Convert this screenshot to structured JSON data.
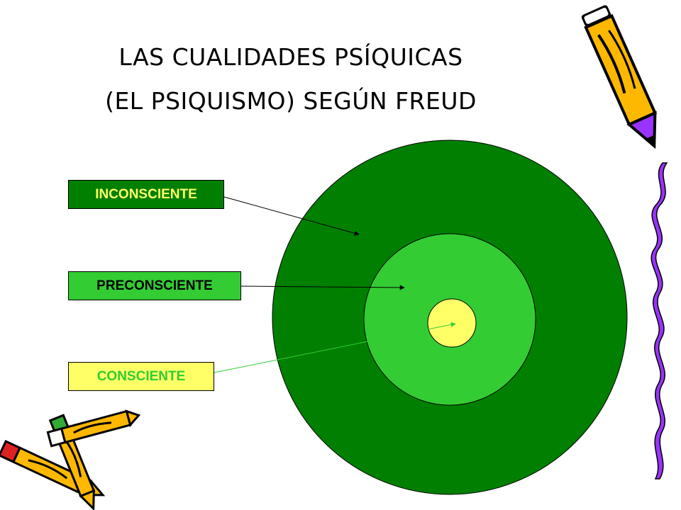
{
  "title": {
    "line1": "LAS CUALIDADES PSÍQUICAS",
    "line2": "(EL PSIQUISMO) SEGÚN FREUD"
  },
  "levels": [
    {
      "label": "INCONSCIENTE",
      "box_color": "#007F00",
      "text_color": "#FFFF66",
      "ring_color": "#007F00"
    },
    {
      "label": "PRECONSCIENTE",
      "box_color": "#33CC33",
      "text_color": "#000000",
      "ring_color": "#33CC33"
    },
    {
      "label": "CONSCIENTE",
      "box_color": "#FFFF66",
      "text_color": "#33CC33",
      "ring_color": "#FFFF66"
    }
  ],
  "decorations": {
    "pencil_icons": [
      "pencil-icon",
      "pencil-pair-icon"
    ],
    "squiggle_color": "#9933FF",
    "pencil_body_color": "#FFB800"
  }
}
